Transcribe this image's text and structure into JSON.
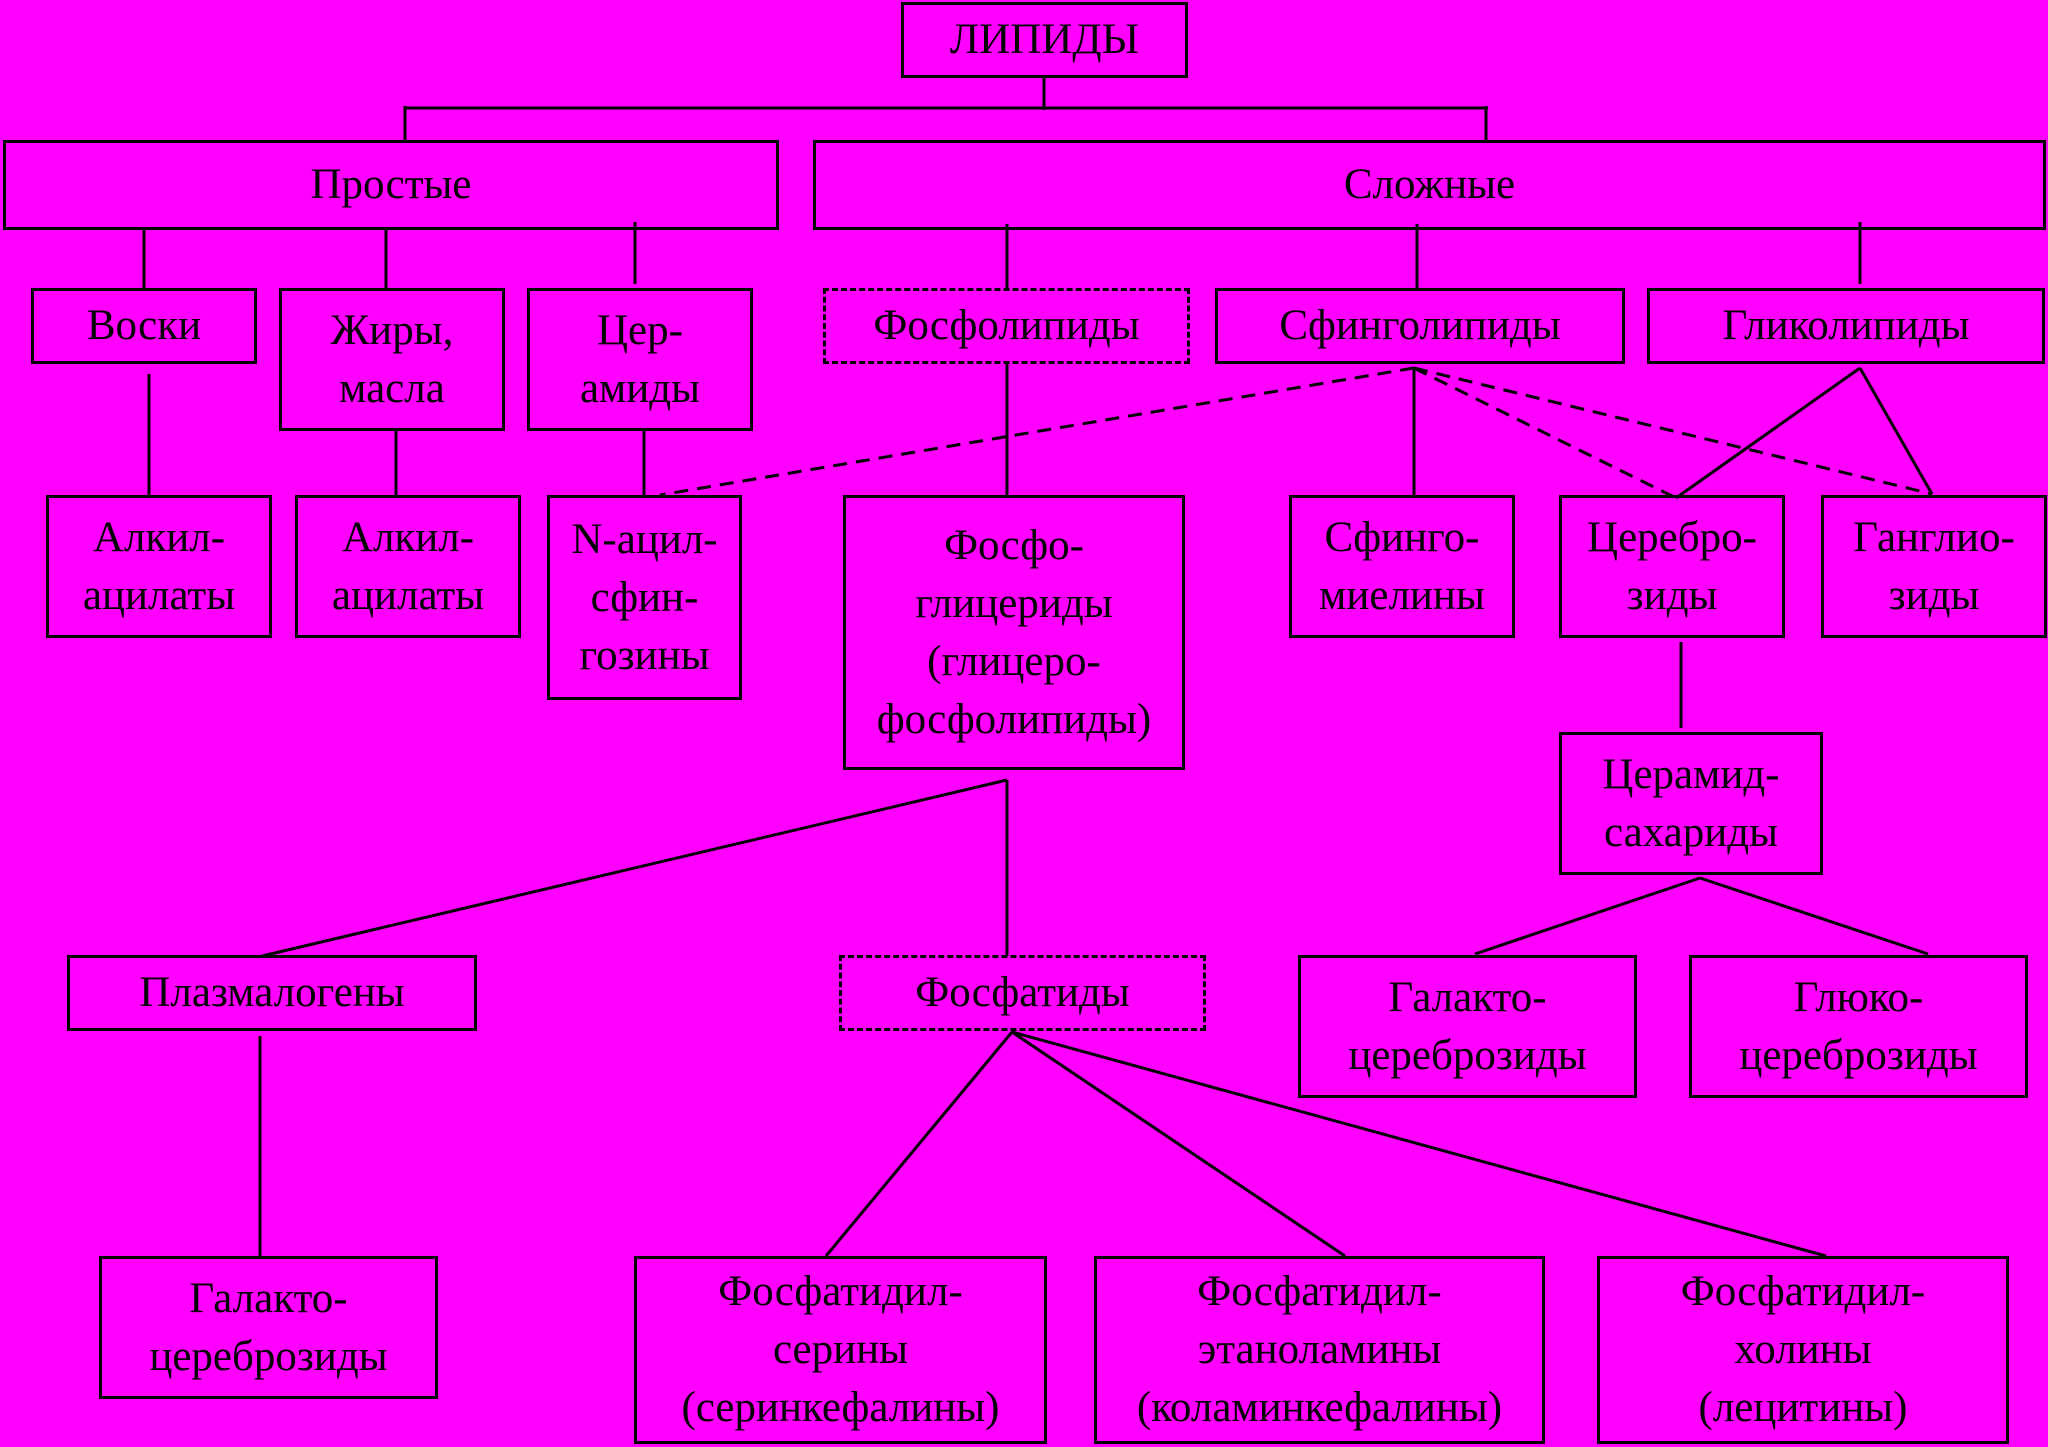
{
  "nodes": {
    "lipids": "ЛИПИДЫ",
    "simple": "Простые",
    "complex": "Сложные",
    "waxes": "Воски",
    "fats": "Жиры,\nмасла",
    "ceramides": "Цер-\nамиды",
    "phospholipids": "Фосфолипиды",
    "sphingolipids": "Сфинголипиды",
    "glycolipids": "Гликолипиды",
    "alkyl_acylates_1": "Алкил-\nацилаты",
    "alkyl_acylates_2": "Алкил-\nацилаты",
    "n_acyl_sphingosines": "N-ацил-\nсфин-\nгозины",
    "phosphoglycerides": "Фосфо-\nглицериды\n(глицеро-\nфосфолипиды)",
    "sphingomyelins": "Сфинго-\nмиелины",
    "cerebrosides": "Церебро-\nзиды",
    "gangliosides": "Ганглио-\nзиды",
    "ceramide_saccharides": "Церамид-\nсахариды",
    "plasmalogens": "Плазмалогены",
    "phosphatides": "Фосфатиды",
    "galactocerebrosides_1": "Галакто-\nцереброзиды",
    "glucocerebrosides": "Глюко-\nцереброзиды",
    "galactocerebrosides_2": "Галакто-\nцереброзиды",
    "phosphatidylserines": "Фосфатидил-\nсерины\n(серинкефалины)",
    "phosphatidylethanolamines": "Фосфатидил-\nэтаноламины\n(коламинкефалины)",
    "phosphatidylcholines": "Фосфатидил-\nхолины\n(лецитины)"
  },
  "colors": {
    "background": "#ff00ff",
    "line": "#000000"
  }
}
